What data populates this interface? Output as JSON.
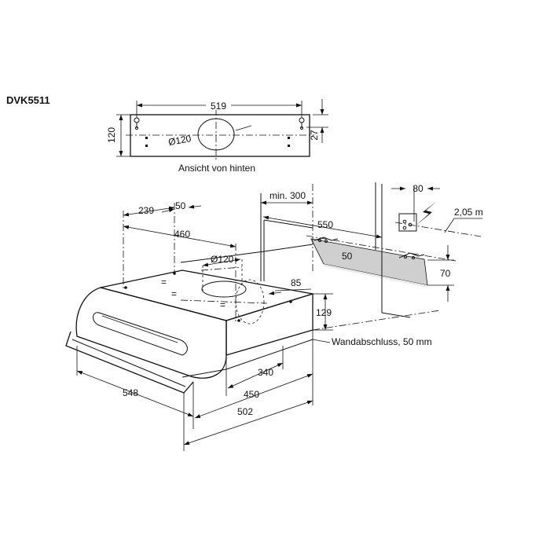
{
  "title": "DVK5511",
  "rear_view": {
    "caption": "Ansicht von hinten",
    "width": "519",
    "height": "120",
    "offset": "27",
    "diameter": "Ø120"
  },
  "main_view": {
    "d_239": "239",
    "d_50_top": "50",
    "d_460": "460",
    "d_diameter": "Ø120",
    "d_min300": "min. 300",
    "d_550": "550",
    "d_80": "80",
    "d_205m": "2,05 m",
    "d_50_band": "50",
    "d_70": "70",
    "d_85": "85",
    "d_129": "129",
    "wall_note": "Wandabschluss, 50 mm",
    "d_340": "340",
    "d_450": "450",
    "d_548": "548",
    "d_502": "502"
  }
}
